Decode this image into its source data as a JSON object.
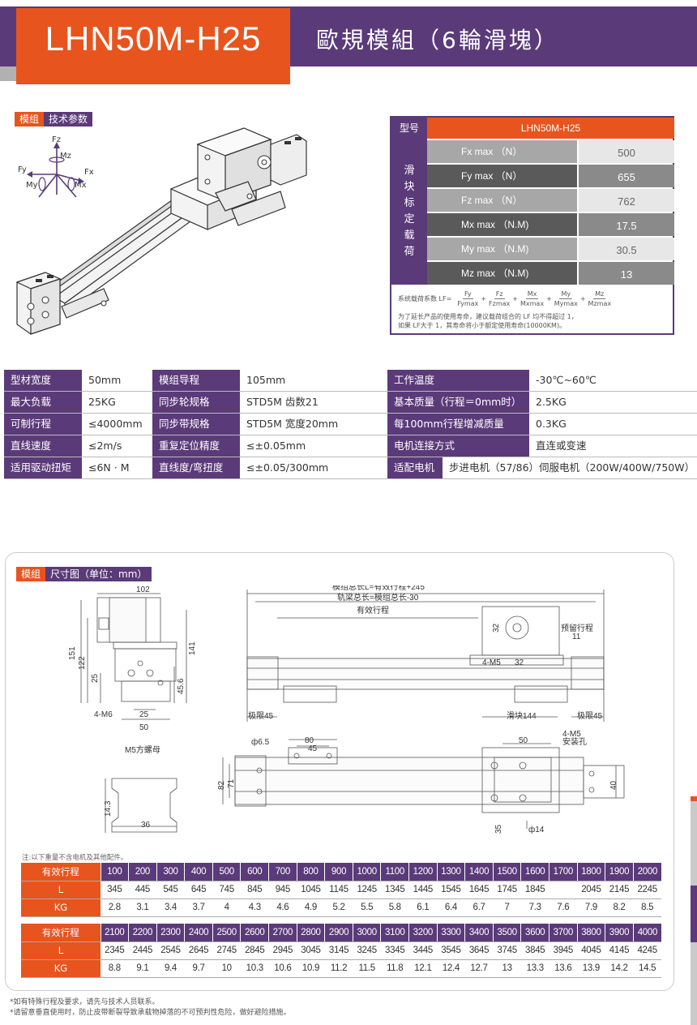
{
  "header": {
    "model_code": "LHN50M-H25",
    "title": "歐規模組（6輪滑塊）"
  },
  "tech_tag": {
    "part1": "模组",
    "part2": "技术参数"
  },
  "axes_labels": {
    "fz": "Fz",
    "mz": "Mz",
    "fy": "Fy",
    "fx": "Fx",
    "my": "My",
    "mx": "Mx"
  },
  "spec": {
    "col_model": "型号",
    "model": "LHN50M-H25",
    "side_label": [
      "滑",
      "块",
      "标",
      "定",
      "载",
      "荷"
    ],
    "rows": [
      {
        "k": "Fx max （N）",
        "v": "500"
      },
      {
        "k": "Fy max （N）",
        "v": "655"
      },
      {
        "k": "Fz max （N）",
        "v": "762"
      },
      {
        "k": "Mx max （N.M)",
        "v": "17.5"
      },
      {
        "k": "My max （N.M)",
        "v": "30.5"
      },
      {
        "k": "Mz max （N.M)",
        "v": "13"
      }
    ],
    "lf_prefix": "系统载荷系数 LF=",
    "lf_terms": [
      [
        "Fy",
        "Fymax"
      ],
      [
        "Fz",
        "Fzmax"
      ],
      [
        "Mx",
        "Mxmax"
      ],
      [
        "My",
        "Mymax"
      ],
      [
        "Mz",
        "Mzmax"
      ]
    ],
    "note1": "为了延长产品的使用寿命，建议载荷组合的 LF 均不得超过 1，",
    "note2": "如果 LF大于 1，其寿命将小于额定使用寿命(10000KM)。"
  },
  "params": [
    [
      "型材宽度",
      "50mm",
      "模组导程",
      "105mm",
      "工作温度",
      "-30℃~60℃"
    ],
    [
      "最大负载",
      "25KG",
      "同步轮规格",
      "STD5M 齿数21",
      "基本质量（行程＝0mm时）",
      "2.5KG"
    ],
    [
      "可制行程",
      "≤4000mm",
      "同步带规格",
      "STD5M 宽度20mm",
      "每100mm行程增减质量",
      "0.3KG"
    ],
    [
      "直线速度",
      "≤2m/s",
      "重复定位精度",
      "≤±0.05mm",
      "电机连接方式",
      "直连或变速"
    ],
    [
      "适用驱动扭矩",
      "≤6N · M",
      "直线度/弯扭度",
      "≤±0.05/300mm",
      "适配电机",
      "步进电机（57/86）伺服电机（200W/400W/750W）"
    ]
  ],
  "dim_tag": {
    "part1": "模组",
    "part2": "尺寸图（单位：mm）"
  },
  "dims": {
    "w102": "102",
    "h151": "151",
    "h122": "122",
    "h141": "141",
    "h25": "25",
    "h456": "45.6",
    "m6": "4-M6",
    "w25": "25",
    "w50": "50",
    "total": "模组总长L=有效行程+245",
    "beam": "轨梁总长=模组总长-30",
    "stroke": "有效行程",
    "reserve": "预留行程",
    "r11": "11",
    "d32a": "32",
    "m5": "4-M5",
    "d32b": "32",
    "limit_l": "极限45",
    "slider": "滑块144",
    "limit_r": "极限45",
    "nut": "M5方螺母",
    "h143": "14.3",
    "w36": "36",
    "phi65": "ф6.5",
    "w80": "80",
    "w45": "45",
    "h82": "82",
    "h71": "71",
    "w50b": "50",
    "m5b": "4-M5",
    "mount": "安装孔",
    "h40": "40",
    "d35": "35",
    "phi14": "ф14"
  },
  "weight": {
    "note": "注:以下重量不含电机及其他配件。",
    "label_stroke": "有效行程",
    "label_l": "L",
    "label_kg": "KG",
    "t1": {
      "stroke": [
        "100",
        "200",
        "300",
        "400",
        "500",
        "600",
        "700",
        "800",
        "900",
        "1000",
        "1100",
        "1200",
        "1300",
        "1400",
        "1500",
        "1600",
        "1700",
        "1800",
        "1900",
        "2000"
      ],
      "l": [
        "345",
        "445",
        "545",
        "645",
        "745",
        "845",
        "945",
        "1045",
        "1145",
        "1245",
        "1345",
        "1445",
        "1545",
        "1645",
        "1745",
        "1845",
        "",
        "2045",
        "2145",
        "2245"
      ],
      "kg": [
        "2.8",
        "3.1",
        "3.4",
        "3.7",
        "4",
        "4.3",
        "4.6",
        "4.9",
        "5.2",
        "5.5",
        "5.8",
        "6.1",
        "6.4",
        "6.7",
        "7",
        "7.3",
        "7.6",
        "7.9",
        "8.2",
        "8.5"
      ]
    },
    "t2": {
      "stroke": [
        "2100",
        "2200",
        "2300",
        "2400",
        "2500",
        "2600",
        "2700",
        "2800",
        "2900",
        "3000",
        "3100",
        "3200",
        "3300",
        "3400",
        "3500",
        "3600",
        "3700",
        "3800",
        "3900",
        "4000"
      ],
      "l": [
        "2345",
        "2445",
        "2545",
        "2645",
        "2745",
        "2845",
        "2945",
        "3045",
        "3145",
        "3245",
        "3345",
        "3445",
        "3545",
        "3645",
        "3745",
        "3845",
        "3945",
        "4045",
        "4145",
        "4245"
      ],
      "kg": [
        "8.8",
        "9.1",
        "9.4",
        "9.7",
        "10",
        "10.3",
        "10.6",
        "10.9",
        "11.2",
        "11.5",
        "11.8",
        "12.1",
        "12.4",
        "12.7",
        "13",
        "13.3",
        "13.6",
        "13.9",
        "14.2",
        "14.5"
      ]
    }
  },
  "footnotes": [
    "*如有特殊行程及要求，请先与技术人员联系。",
    "*请留意垂直使用时，防止皮带断裂导致承载物掉落的不可预判性危险，做好避险措施。"
  ],
  "colors": {
    "orange": "#e8541e",
    "purple": "#5b3a7a"
  }
}
